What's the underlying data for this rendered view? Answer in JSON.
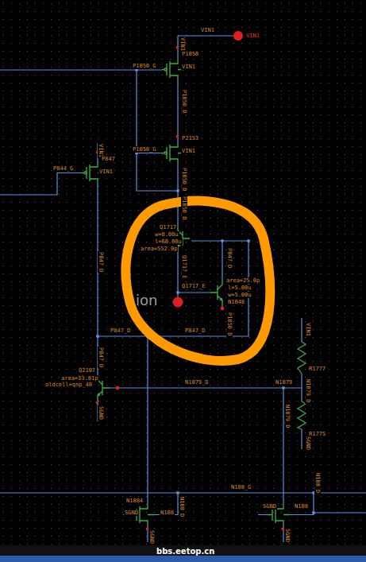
{
  "diagram": {
    "labels": [
      "VIN1",
      "VIN1",
      "VIN1",
      "P1050",
      "P1050_G",
      "VIN1",
      "P1050_D",
      "P2153",
      "P1050_G",
      "VIN1",
      "P1050_D",
      "P1050_D",
      "VIN1",
      "P847",
      "P844_G",
      "VIN1",
      "Q1717",
      "w=8.00u",
      "l=60.00u",
      "area=552.0p",
      "Q1717_E",
      "P847_D",
      "Q1717_E",
      "area=25.0p",
      "l=5.00u",
      "w=5.00u",
      "N1048",
      "P1050_D",
      "P847_D",
      "P847_D",
      "P847_D",
      "P847_D",
      "ion",
      "Q2107",
      "area=33.81p",
      "oldcell=qnp_40",
      "SGND",
      "N1079_D",
      "N1079",
      "N1079_D",
      "VIN1",
      "R1777",
      "N1079_D",
      "R1775",
      "SGND",
      "N108_G",
      "N1084",
      "SGND",
      "N108",
      "N108_D",
      "SGND",
      "SGND",
      "N108",
      "N108_D",
      "SGND",
      "bbs.eetop.cn"
    ]
  }
}
